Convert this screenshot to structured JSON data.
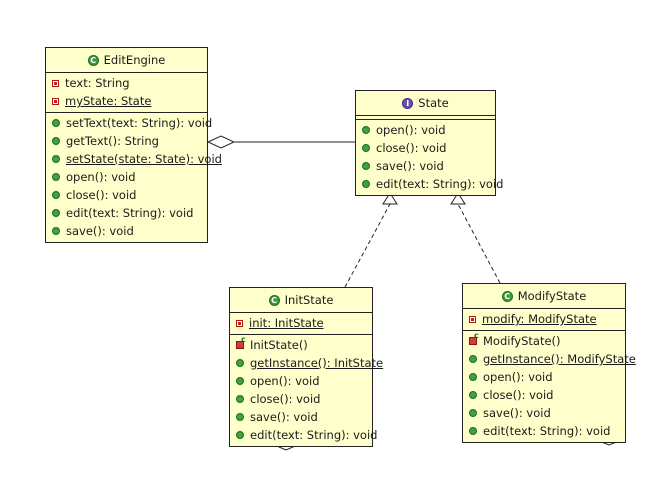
{
  "classes": {
    "edit_engine": {
      "name": "EditEngine",
      "kind_icon": "class-icon",
      "fields": [
        "text: String",
        "myState: State"
      ],
      "methods": [
        "setText(text: String): void",
        "getText(): String",
        "setState(state: State): void",
        "open(): void",
        "close(): void",
        "edit(text: String): void",
        "save(): void"
      ]
    },
    "state": {
      "name": "State",
      "kind_icon": "interface-icon",
      "methods": [
        "open(): void",
        "close(): void",
        "save(): void",
        "edit(text: String): void"
      ]
    },
    "init_state": {
      "name": "InitState",
      "kind_icon": "class-icon",
      "fields": [
        "init: InitState"
      ],
      "methods": [
        "InitState()",
        "getInstance(): InitState",
        "open(): void",
        "close(): void",
        "save(): void",
        "edit(text: String): void"
      ]
    },
    "modify_state": {
      "name": "ModifyState",
      "kind_icon": "class-icon",
      "fields": [
        "modify: ModifyState"
      ],
      "methods": [
        "ModifyState()",
        "getInstance(): ModifyState",
        "open(): void",
        "close(): void",
        "save(): void",
        "edit(text: String): void"
      ]
    }
  },
  "colors": {
    "class_fill": "#ffffcc",
    "border": "#222222",
    "public_marker": "#3fa23f",
    "private_marker": "#c42020",
    "interface_icon": "#6f4bb8"
  }
}
